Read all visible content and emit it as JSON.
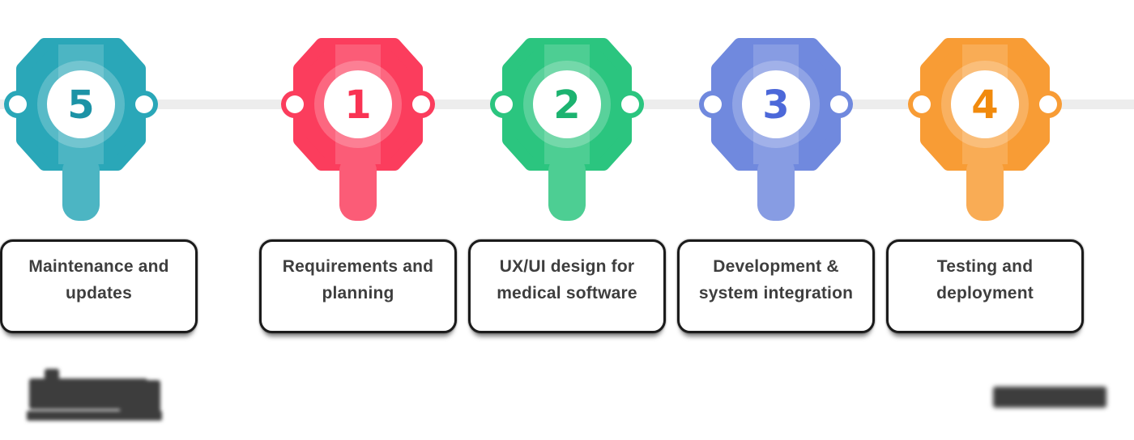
{
  "diagram": {
    "type": "process-timeline",
    "step_count": 5,
    "line_color": "#EDEDED",
    "card_border_color": "#1B1B1B",
    "card_text_color": "#3E3E3E"
  },
  "steps": [
    {
      "number": "1",
      "label": "Requirements and planning",
      "color": "#FB3D5D",
      "number_color": "#F93353"
    },
    {
      "number": "2",
      "label": "UX/UI design for medical software",
      "color": "#2BC57F",
      "number_color": "#1CB370"
    },
    {
      "number": "3",
      "label": "Development & system integration",
      "color": "#7089DE",
      "number_color": "#4C68D9"
    },
    {
      "number": "4",
      "label": "Testing and deployment",
      "color": "#F89C35",
      "number_color": "#F18A0C"
    },
    {
      "number": "5",
      "label": "Maintenance and updates",
      "color": "#2AA7B8",
      "number_color": "#1C93A6"
    }
  ],
  "watermarks": {
    "left": "blurred-logo-with-underline",
    "right": "blurred-text"
  }
}
